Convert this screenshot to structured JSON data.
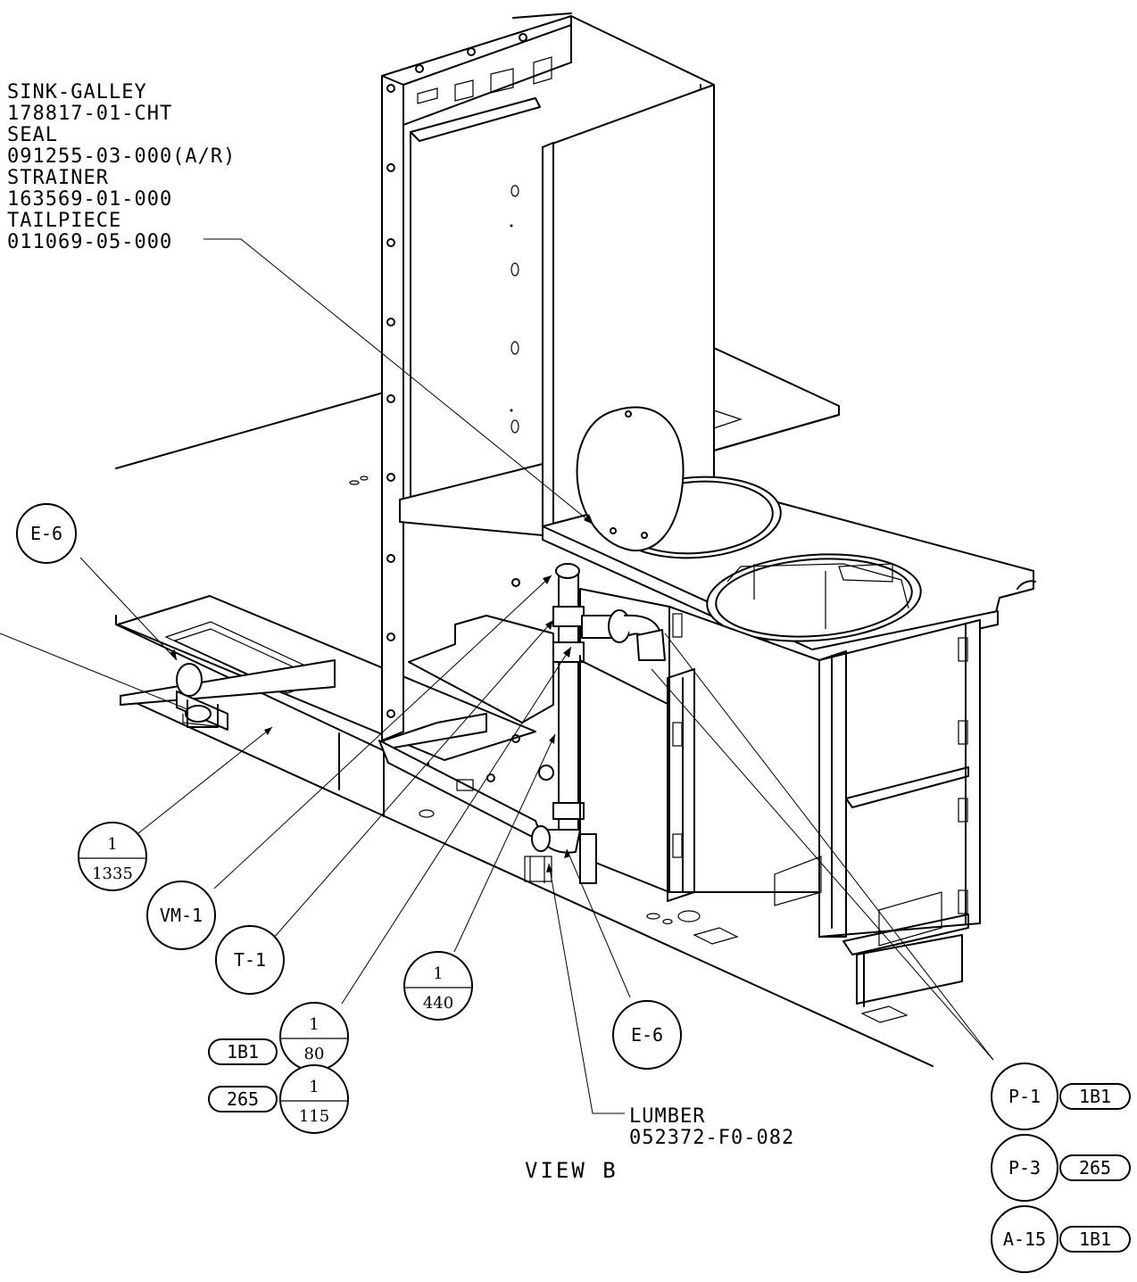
{
  "notes": {
    "sink_parts": [
      "SINK-GALLEY",
      "178817-01-CHT",
      "SEAL",
      "091255-03-000(A/R)",
      "STRAINER",
      "163569-01-000",
      "TAILPIECE",
      "011069-05-000"
    ],
    "lumber_title": "LUMBER",
    "lumber_part": "052372-F0-082",
    "view_label": "VIEW B"
  },
  "callouts": {
    "e6_left": "E-6",
    "e6_right": "E-6",
    "vm1": "VM-1",
    "t1": "T-1",
    "frac_1335": {
      "num": "1",
      "den": "1335"
    },
    "frac_440": {
      "num": "1",
      "den": "440"
    },
    "frac_80": {
      "num": "1",
      "den": "80"
    },
    "frac_115": {
      "num": "1",
      "den": "115"
    },
    "tag_1b1": "1B1",
    "tag_265": "265",
    "p1": "P-1",
    "p1_tag": "1B1",
    "p3": "P-3",
    "p3_tag": "265",
    "a15": "A-15",
    "a15_tag": "1B1"
  }
}
